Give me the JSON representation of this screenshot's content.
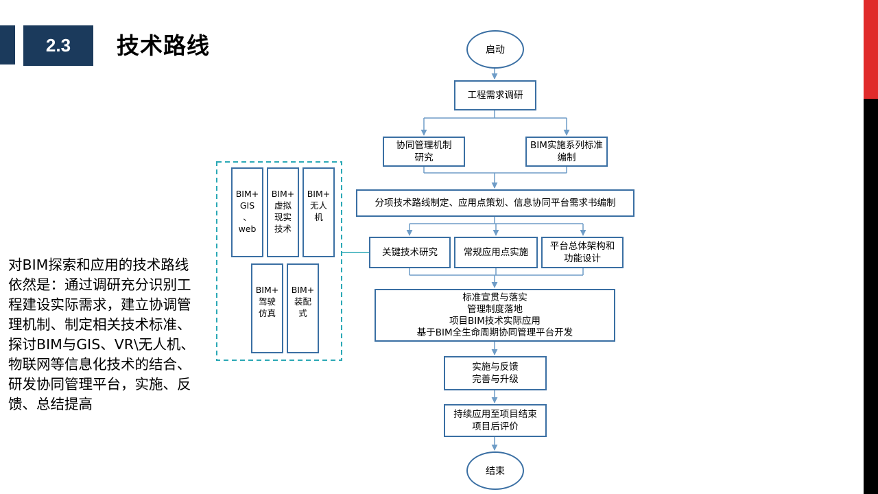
{
  "header": {
    "section_number": "2.3",
    "title": "技术路线"
  },
  "description": "对BIM探索和应用的技术路线依然是：通过调研充分识别工程建设实际需求，建立协调管理机制、制定相关技术标准、探讨BIM与GIS、VR\\无人机、物联网等信息化技术的结合、研发协同管理平台，实施、反馈、总结提高",
  "flow": {
    "start": "启动",
    "survey": "工程需求调研",
    "mechanism": "协同管理机制\n研究",
    "standards": "BIM实施系列标准\n编制",
    "planning": "分项技术路线制定、应用点策划、信息协同平台需求书编制",
    "key_research": "关键技术研究",
    "routine_apps": "常规应用点实施",
    "platform_design": "平台总体架构和\n功能设计",
    "implementation": "标准宣贯与落实\n管理制度落地\n项目BIM技术实际应用\n基于BIM全生命周期协同管理平台开发",
    "feedback": "实施与反馈\n完善与升级",
    "continuous": "持续应用至项目结束\n项目后评价",
    "end": "结束"
  },
  "bim_plus": [
    "BIM+\nGIS\n、\nweb",
    "BIM+\n虚拟\n现实\n技术",
    "BIM+\n无人\n机",
    "BIM+\n驾驶\n仿真",
    "BIM+\n装配\n式"
  ],
  "colors": {
    "navy": "#1b3a5c",
    "node_border": "#3a6fa3",
    "connector": "#6e9cc7",
    "dashed": "#2aa8b5",
    "accent_red": "#e02b2b"
  }
}
